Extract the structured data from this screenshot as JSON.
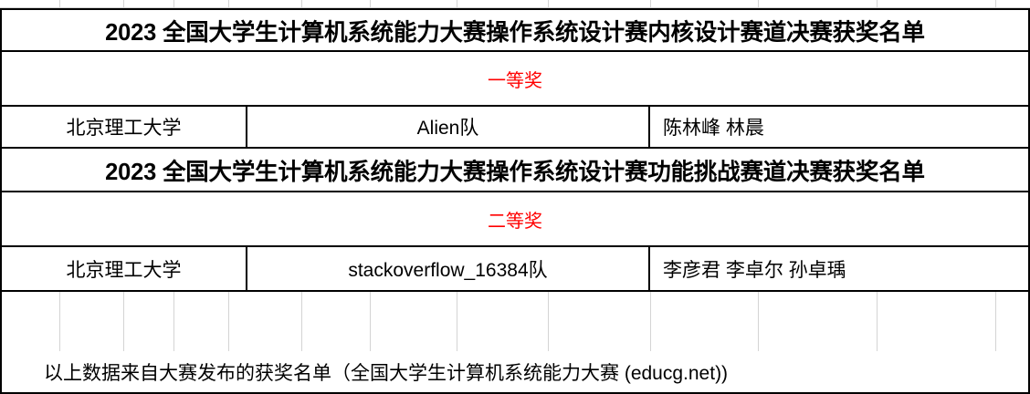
{
  "document": {
    "type": "spreadsheet",
    "accent_red": "#ff0000",
    "text_black": "#000000",
    "border_black": "#000000",
    "gridline_gray": "#d4d4d4"
  },
  "sections": [
    {
      "title": "2023 全国大学生计算机系统能力大赛操作系统设计赛内核设计赛道决赛获奖名单",
      "prize": "一等奖",
      "entry": {
        "school": "北京理工大学",
        "team": "Alien队",
        "members": "陈林峰 林晨"
      }
    },
    {
      "title": "2023 全国大学生计算机系统能力大赛操作系统设计赛功能挑战赛道决赛获奖名单",
      "prize": "二等奖",
      "entry": {
        "school": "北京理工大学",
        "team": "stackoverflow_16384队",
        "members": "李彦君 李卓尔 孙卓瑀"
      }
    }
  ],
  "footer": {
    "note": "以上数据来自大赛发布的获奖名单（全国大学生计算机系统能力大赛 (educg.net))"
  }
}
